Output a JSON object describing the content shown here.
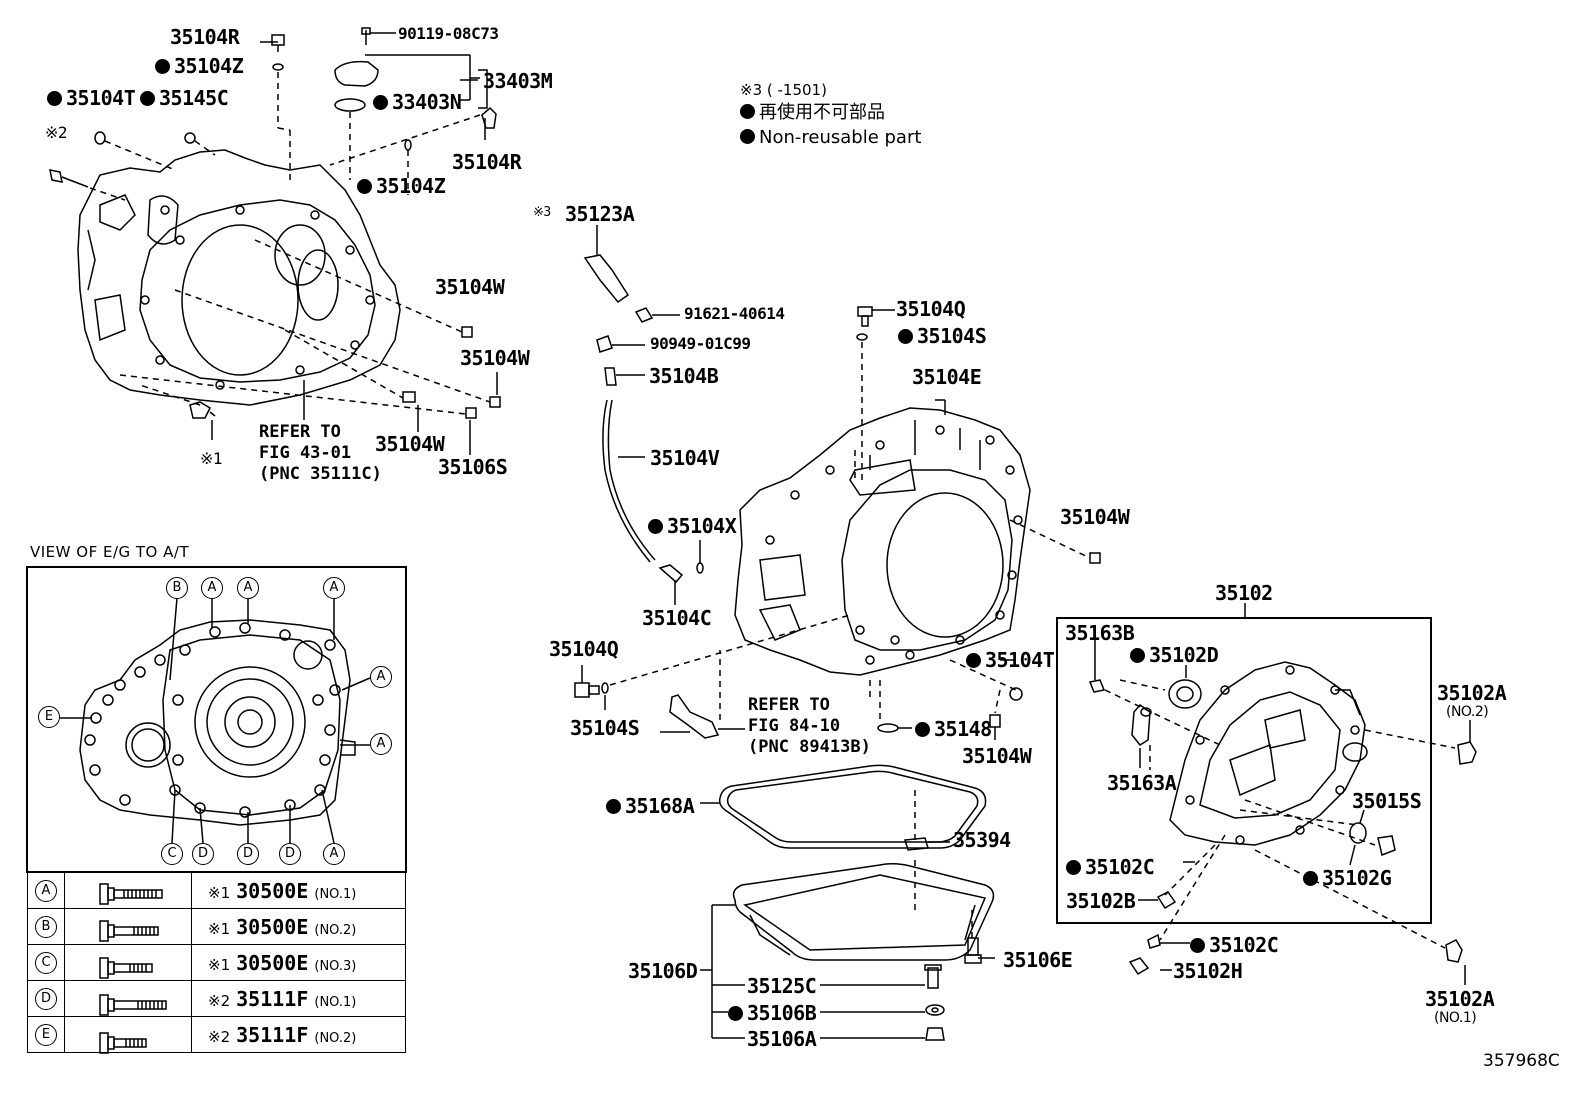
{
  "legend": {
    "note3": "※3 (       -1501)",
    "jp_nonreusable": "再使用不可部品",
    "en_nonreusable": "Non-reusable part"
  },
  "view": {
    "title": "VIEW OF E/G TO A/T",
    "circles": {
      "a": "A",
      "b": "B",
      "c": "C",
      "d": "D",
      "e": "E"
    }
  },
  "bolt_table": [
    {
      "code": "A",
      "note": "※1",
      "part": "30500E",
      "no": "(NO.1)"
    },
    {
      "code": "B",
      "note": "※1",
      "part": "30500E",
      "no": "(NO.2)"
    },
    {
      "code": "C",
      "note": "※1",
      "part": "30500E",
      "no": "(NO.3)"
    },
    {
      "code": "D",
      "note": "※2",
      "part": "35111F",
      "no": "(NO.1)"
    },
    {
      "code": "E",
      "note": "※2",
      "part": "35111F",
      "no": "(NO.2)"
    }
  ],
  "marks": {
    "m1": "※1",
    "m2": "※2",
    "m3": "※3"
  },
  "labels": {
    "p35104R_top": "35104R",
    "p90119": "90119-08C73",
    "p35104Z_top": "35104Z",
    "p33403M": "33403M",
    "p35104T_top": "35104T",
    "p35145C": "35145C",
    "p33403N": "33403N",
    "p35104R_right": "35104R",
    "p35104Z_mid": "35104Z",
    "p35104W_a": "35104W",
    "p35104W_b": "35104W",
    "p35104W_c": "35104W",
    "p35106S": "35106S",
    "ref1_l1": "REFER TO",
    "ref1_l2": "FIG 43-01",
    "ref1_l3": "(PNC 35111C)",
    "p35123A": "35123A",
    "p91621": "91621-40614",
    "p90949": "90949-01C99",
    "p35104B": "35104B",
    "p35104V": "35104V",
    "p35104X": "35104X",
    "p35104C": "35104C",
    "p35104Q_top": "35104Q",
    "p35104S_top": "35104S",
    "p35104E": "35104E",
    "p35104W_d": "35104W",
    "p35104Q_left": "35104Q",
    "p35104S_left": "35104S",
    "ref2_l1": "REFER TO",
    "ref2_l2": "FIG 84-10",
    "ref2_l3": "(PNC 89413B)",
    "p35104T_right": "35104T",
    "p35148": "35148",
    "p35104W_e": "35104W",
    "p35168A": "35168A",
    "p35394": "35394",
    "p35106D": "35106D",
    "p35125C": "35125C",
    "p35106B": "35106B",
    "p35106A": "35106A",
    "p35106E": "35106E",
    "p35102": "35102",
    "p35163B": "35163B",
    "p35102D": "35102D",
    "p35163A": "35163A",
    "p35102A_top": "35102A",
    "p35102A_top_no": "(NO.2)",
    "p35015S": "35015S",
    "p35102C_a": "35102C",
    "p35102G": "35102G",
    "p35102B": "35102B",
    "p35102C_b": "35102C",
    "p35102H": "35102H",
    "p35102A_bot": "35102A",
    "p35102A_bot_no": "(NO.1)"
  },
  "diagram_code": "357968C"
}
